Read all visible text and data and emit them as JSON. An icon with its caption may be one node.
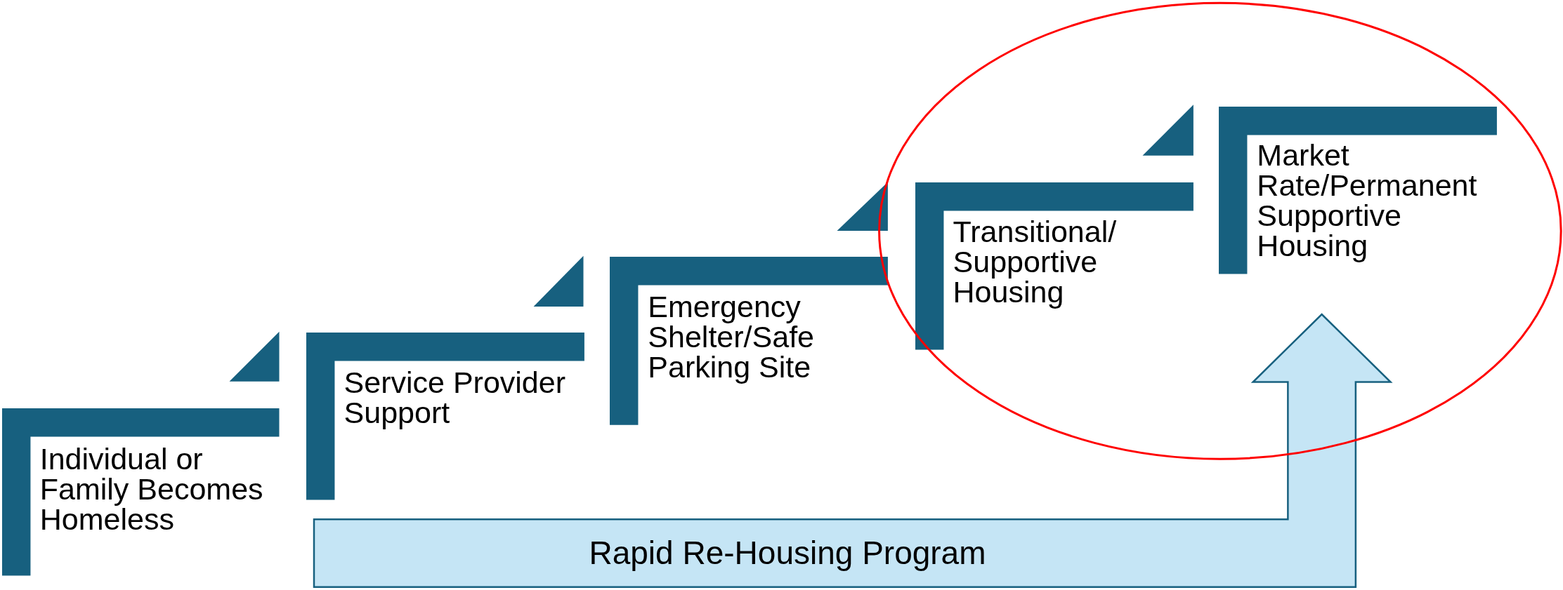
{
  "diagram": {
    "nodes": [
      {
        "text": [
          "Individual or Family Becomes Homeless"
        ]
      },
      {
        "text": [
          "Service Provider Support"
        ]
      },
      {
        "text": [
          "Emergency Shelter/Safe Parking Site"
        ]
      },
      {
        "text": [
          "Transitional/ Supportive Housing"
        ]
      },
      {
        "text": [
          "Market Rate/Permanent Supportive Housing"
        ]
      },
      {
        "text": [
          "Rapid Re-Housing Program"
        ]
      }
    ]
  }
}
